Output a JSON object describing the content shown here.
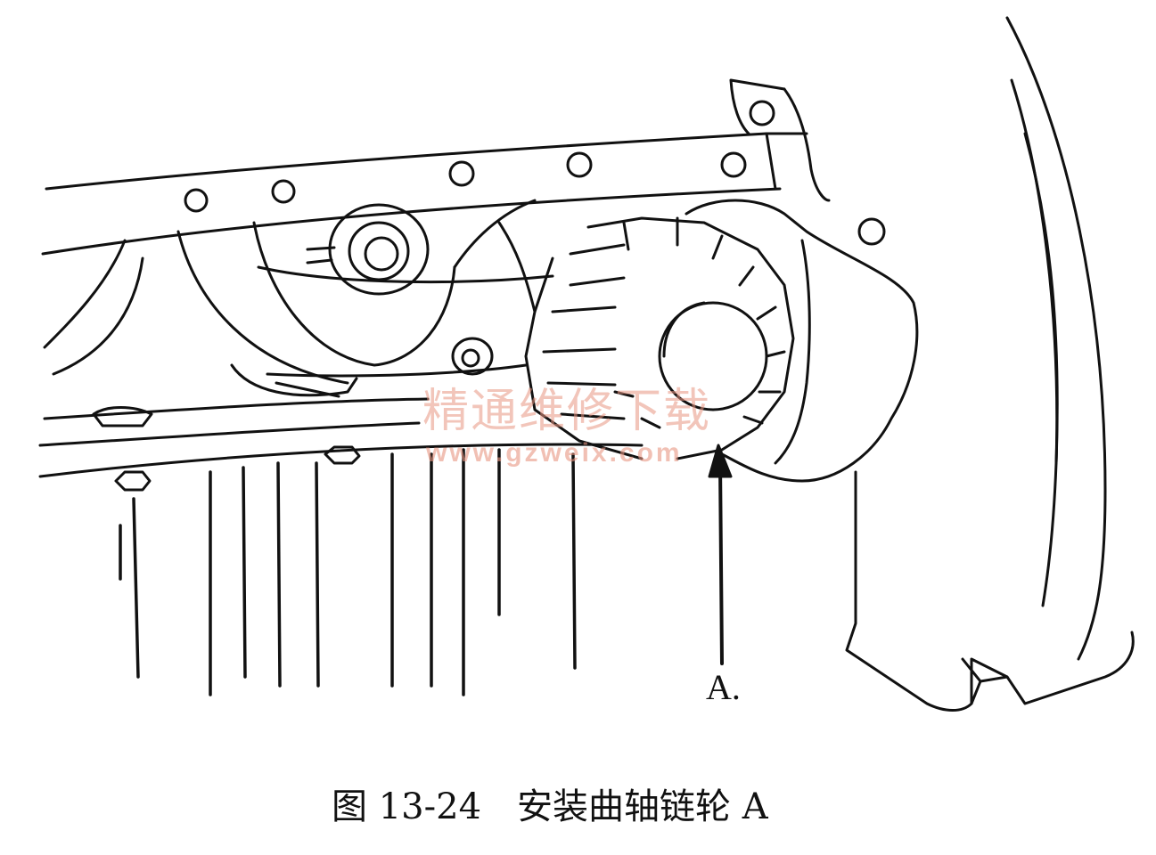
{
  "figure": {
    "caption_number": "图 13-24",
    "caption_title": "安装曲轴链轮 A",
    "callout_label": "A."
  },
  "watermark": {
    "text": "精通维修下载",
    "url": "www.gzweix.com"
  },
  "colors": {
    "line": "#111111",
    "watermark": "#e89682",
    "background": "#ffffff"
  }
}
